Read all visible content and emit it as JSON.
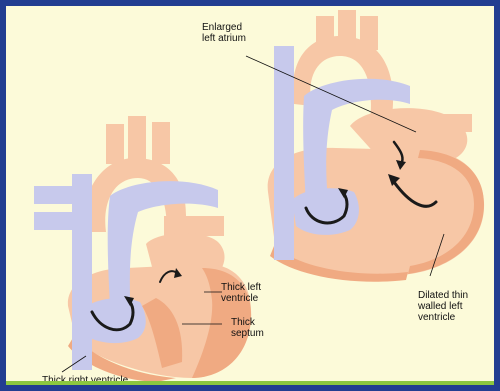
{
  "colors": {
    "border": "#223d91",
    "background": "#fcfad9",
    "accent_bar": "#8cc63f",
    "tissue": "#f7c7a6",
    "tissue_dark": "#f0aa82",
    "vessel": "#c7c9ec",
    "arrow": "#1a1a1a"
  },
  "labels": {
    "enlarged_atrium": {
      "line1": "Enlarged",
      "line2": "left atrium"
    },
    "thick_left_ventricle": {
      "line1": "Thick left",
      "line2": "ventricle"
    },
    "thick_septum": {
      "line1": "Thick",
      "line2": "septum"
    },
    "thick_right_ventricle": {
      "line1": "Thick right ventricle"
    },
    "dilated_ventricle": {
      "line1": "Dilated thin",
      "line2": "walled left",
      "line3": "ventricle"
    }
  }
}
